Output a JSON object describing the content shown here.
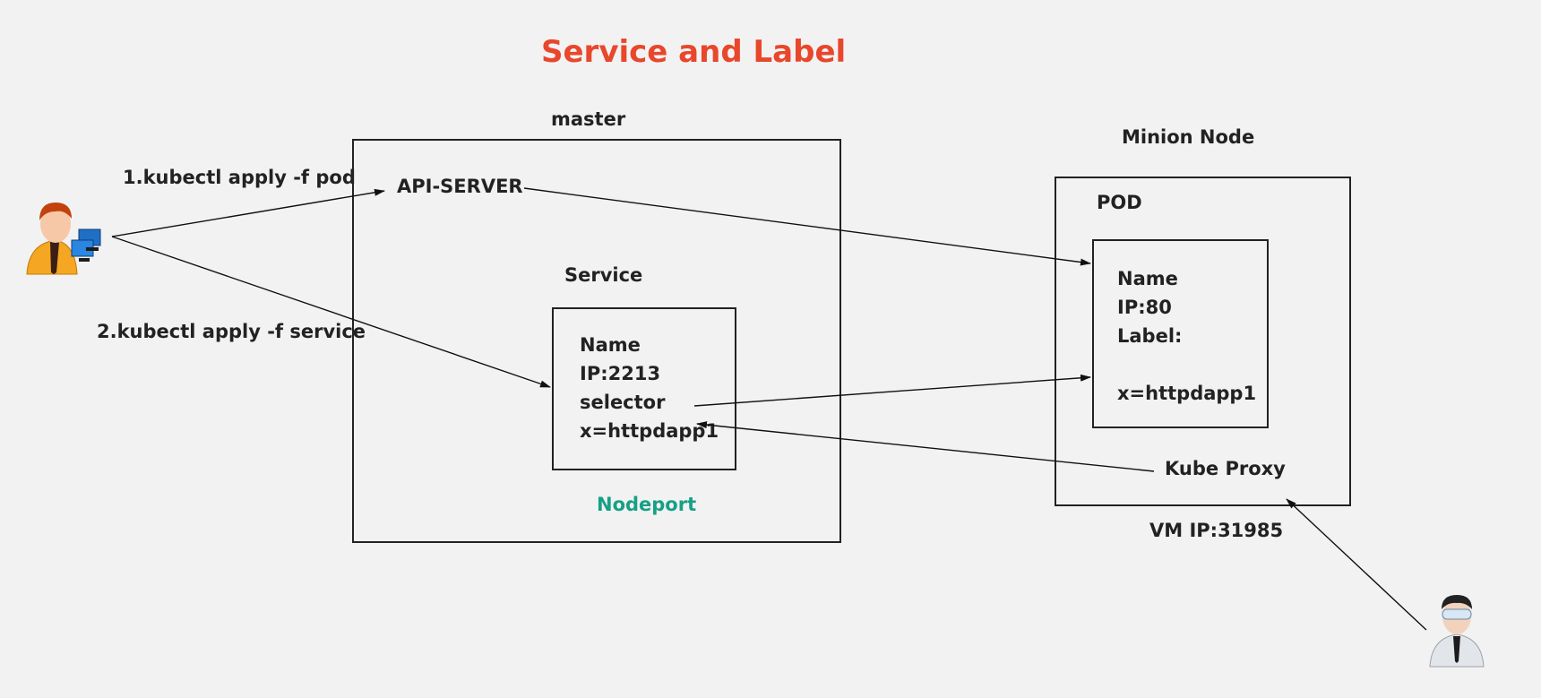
{
  "title": "Service and Label",
  "master": {
    "label": "master",
    "api_server": "API-SERVER",
    "service_label": "Service",
    "service_box": [
      "Name",
      "IP:2213",
      "selector",
      "x=httpdapp1"
    ],
    "nodeport": "Nodeport"
  },
  "minion": {
    "label": "Minion Node",
    "pod_label": "POD",
    "pod_box": [
      "Name",
      "IP:80",
      "Label:",
      "",
      "x=httpdapp1"
    ],
    "kube_proxy": "Kube Proxy",
    "vm_ip": "VM IP:31985"
  },
  "commands": {
    "step1": "1.kubectl apply -f pod",
    "step2": "2.kubectl apply -f service"
  },
  "colors": {
    "title": "#e8472c",
    "nodeport": "#17a085",
    "text": "#222222",
    "background": "#f2f2f2"
  },
  "icons": {
    "admin": "admin-with-monitors-icon",
    "user": "user-with-goggles-icon"
  }
}
